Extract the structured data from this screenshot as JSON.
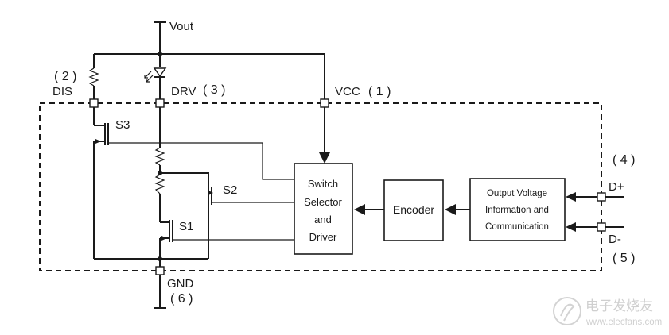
{
  "pins": {
    "vout": "Vout",
    "dis": "DIS",
    "dis_num": "( 2 )",
    "drv": "DRV",
    "drv_num": "( 3 )",
    "vcc": "VCC",
    "vcc_num": "( 1 )",
    "gnd": "GND",
    "gnd_num": "( 6 )",
    "dplus": "D+",
    "dplus_num": "( 4 )",
    "dminus": "D-",
    "dminus_num": "( 5 )"
  },
  "switches": {
    "s1": "S1",
    "s2": "S2",
    "s3": "S3"
  },
  "blocks": {
    "switch_selector": [
      "Switch",
      "Selector",
      "and",
      "Driver"
    ],
    "encoder": "Encoder",
    "output_voltage": [
      "Output Voltage",
      "Information and",
      "Communication"
    ]
  },
  "watermark": {
    "cn": "电子发烧友",
    "url": "www.elecfans.com"
  }
}
